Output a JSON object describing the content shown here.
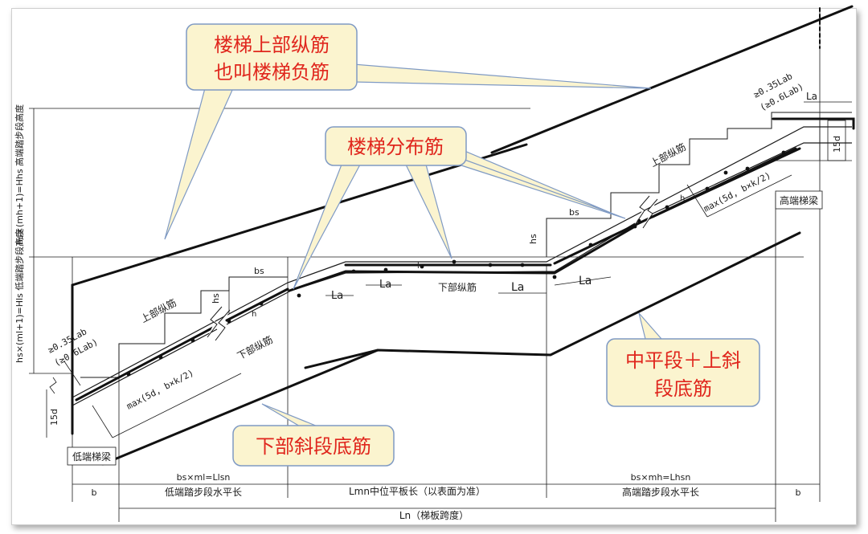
{
  "callouts": {
    "top_negative": [
      "楼梯上部纵筋",
      "也叫楼梯负筋"
    ],
    "distribution": "楼梯分布筋",
    "middle_upper": [
      "中平段＋上斜",
      "段底筋"
    ],
    "lower_slope": "下部斜段底筋"
  },
  "labels": {
    "low_beam": "低端梯梁",
    "high_beam": "高端梯梁",
    "upper_long_left": "上部纵筋",
    "upper_long_right": "上部纵筋",
    "lower_long_left": "下部纵筋",
    "lower_long_mid": "下部纵筋",
    "anchor_left_1": "≥0.35Lab",
    "anchor_left_2": "(≥0.6Lab)",
    "anchor_right_1": "≥0.35Lab",
    "anchor_right_2": "(≥0.6Lab)",
    "la_1": "La",
    "la_2": "La",
    "la_3": "La",
    "la_4": "La",
    "la_top": "La",
    "hs_left": "hs",
    "hs_right": "hs",
    "bs_left": "bs",
    "bs_right": "bs",
    "h_left": "h",
    "h_mid": "h",
    "h_right": "h",
    "max_left": "max(5d, b×k/2)",
    "max_right": "max(5d, b×k/2)",
    "d15_left": "15d",
    "d15_right": "15d",
    "vert_high": "hs×(mh+1)=Hhs 高端踏步段高度",
    "vert_low": "hs×(ml+1)=Hls 低端踏步段高度",
    "dim_b_left": "b",
    "dim_b_right": "b",
    "dim_low_formula": "bs×ml=Llsn",
    "dim_low_name": "低端踏步段水平长",
    "dim_mid": "Lmn中位平板长（以表面为准）",
    "dim_high_formula": "bs×mh=Lhsn",
    "dim_high_name": "高端踏步段水平长",
    "dim_total": "Ln（梯板跨度）"
  },
  "colors": {
    "callout_fill": "#fbf4cf",
    "callout_stroke": "#7f9ac4",
    "callout_text_red": "#e0261d",
    "line": "#1a1a1a"
  }
}
